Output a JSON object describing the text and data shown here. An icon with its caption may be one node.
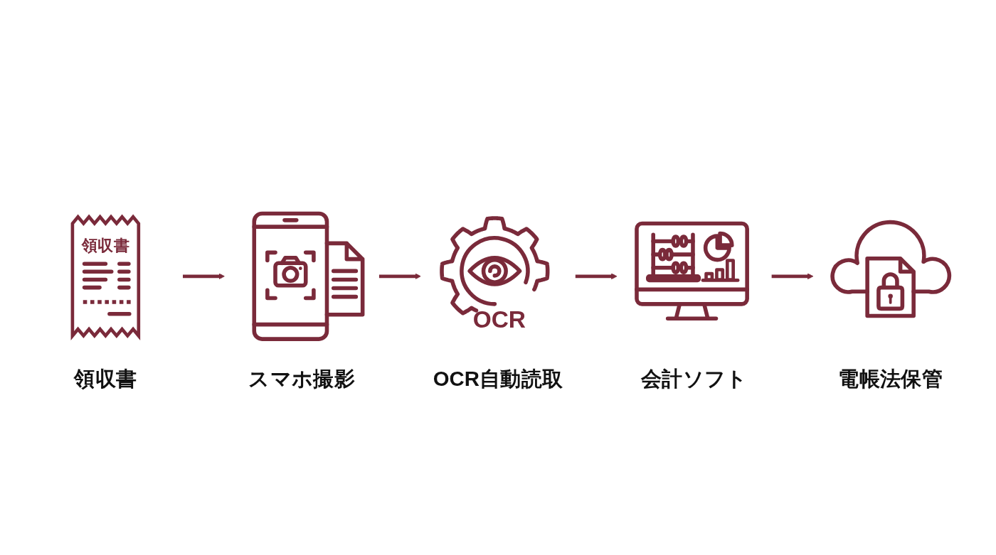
{
  "diagram": {
    "nodes": [
      {
        "text": [
          "領収書",
          "領収書"
        ]
      },
      {
        "text": [
          "スマホ撮影"
        ]
      },
      {
        "text": [
          "OCR",
          "OCR自動読取"
        ]
      },
      {
        "text": [
          "会計ソフト"
        ]
      },
      {
        "text": [
          "電帳法保管"
        ]
      }
    ],
    "edges": [
      {
        "from": 0,
        "to": 1,
        "arrow": "to"
      },
      {
        "from": 1,
        "to": 2,
        "arrow": "to"
      },
      {
        "from": 2,
        "to": 3,
        "arrow": "to"
      },
      {
        "from": 3,
        "to": 4,
        "arrow": "to"
      }
    ]
  }
}
